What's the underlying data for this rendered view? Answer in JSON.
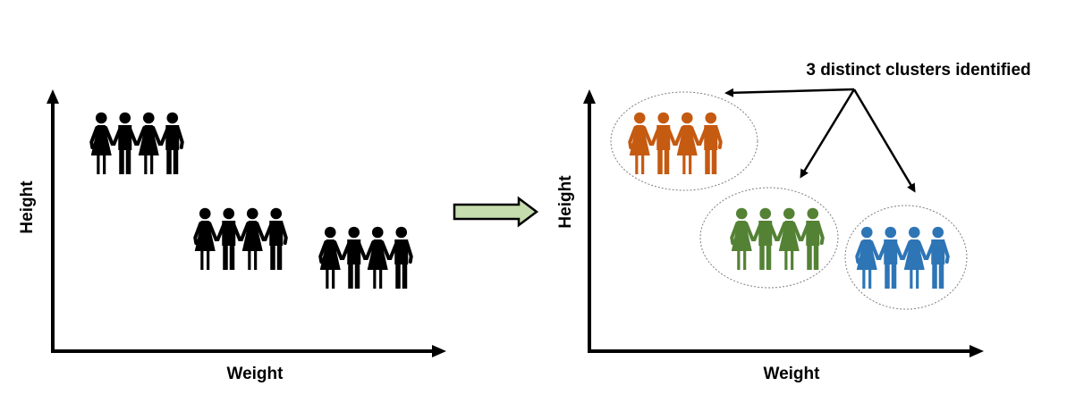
{
  "left_plot": {
    "x_label": "Weight",
    "y_label": "Height",
    "figure_color": "#000000",
    "groups": [
      {
        "id": "top"
      },
      {
        "id": "middle"
      },
      {
        "id": "right"
      }
    ]
  },
  "transition_arrow": {
    "fill_color": "#c5dcae",
    "stroke_color": "#000000"
  },
  "right_plot": {
    "x_label": "Weight",
    "y_label": "Height",
    "annotation": "3 distinct clusters identified",
    "clusters": [
      {
        "id": "orange",
        "color": "#c55a11"
      },
      {
        "id": "green",
        "color": "#548235"
      },
      {
        "id": "blue",
        "color": "#2e75b6"
      }
    ]
  },
  "icons": {
    "figure_pair": "woman-man-holding-hands-icon"
  }
}
